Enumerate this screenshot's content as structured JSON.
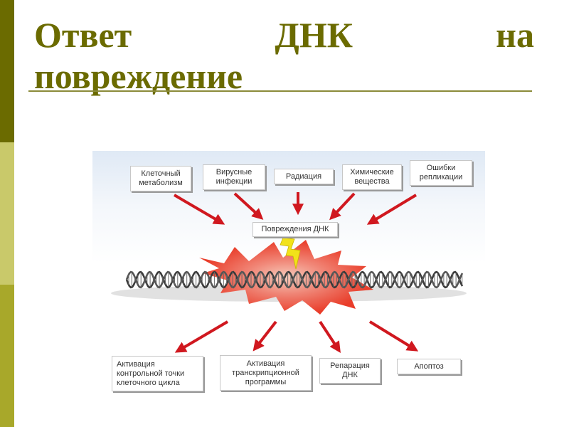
{
  "slide": {
    "title_line1_words": [
      "Ответ",
      "ДНК",
      "на"
    ],
    "title_line2": "повреждение",
    "accent_colors": {
      "title": "#6b6b00",
      "sidebar_dark": "#6b6b00",
      "sidebar_light": "#c9c96a",
      "sidebar_mid": "#a8a82a"
    }
  },
  "diagram": {
    "sources": [
      "Клеточный\nметаболизм",
      "Вирусные\nинфекции",
      "Радиация",
      "Химические\nвещества",
      "Ошибки\nрепликации"
    ],
    "center": "Повреждения ДНК",
    "responses": [
      "Активация\nконтрольной точки\nклеточного цикла",
      "Активация\nтранскрипционной\nпрограммы",
      "Репарация\nДНК",
      "Апоптоз"
    ],
    "colors": {
      "arrow": "#d0181f",
      "burst": "#e8321e",
      "lightning": "#f2e21a",
      "helix": "#3a3a3a"
    }
  }
}
